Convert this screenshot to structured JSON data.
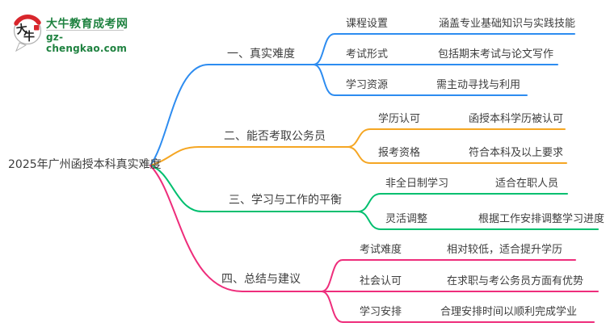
{
  "logo": {
    "site_name": "大牛教育成考网",
    "site_url": "gz-chengkao.com",
    "icon_char_da": "大",
    "icon_char_niu": "牛",
    "colors": {
      "brand_green": "#1f8240",
      "accent_red": "#d8262c",
      "ink": "#222222"
    }
  },
  "root": {
    "label": "2025年广州函授本科真实难度"
  },
  "colors": {
    "text": "#3d3d3d",
    "background": "#ffffff"
  },
  "branches": [
    {
      "label": "一、真实难度",
      "color": "#2d8cf0",
      "children": [
        {
          "label": "课程设置",
          "value": "涵盖专业基础知识与实践技能"
        },
        {
          "label": "考试形式",
          "value": "包括期末考试与论文写作"
        },
        {
          "label": "学习资源",
          "value": "需主动寻找与利用"
        }
      ]
    },
    {
      "label": "二、能否考取公务员",
      "color": "#f5a623",
      "children": [
        {
          "label": "学历认可",
          "value": "函授本科学历被认可"
        },
        {
          "label": "报考资格",
          "value": "符合本科及以上要求"
        }
      ]
    },
    {
      "label": "三、学习与工作的平衡",
      "color": "#00bf6f",
      "children": [
        {
          "label": "非全日制学习",
          "value": "适合在职人员"
        },
        {
          "label": "灵活调整",
          "value": "根据工作安排调整学习进度"
        }
      ]
    },
    {
      "label": "四、总结与建议",
      "color": "#ee2d7b",
      "children": [
        {
          "label": "考试难度",
          "value": "相对较低，适合提升学历"
        },
        {
          "label": "社会认可",
          "value": "在求职与考公务员方面有优势"
        },
        {
          "label": "学习安排",
          "value": "合理安排时间以顺利完成学业"
        }
      ]
    }
  ]
}
